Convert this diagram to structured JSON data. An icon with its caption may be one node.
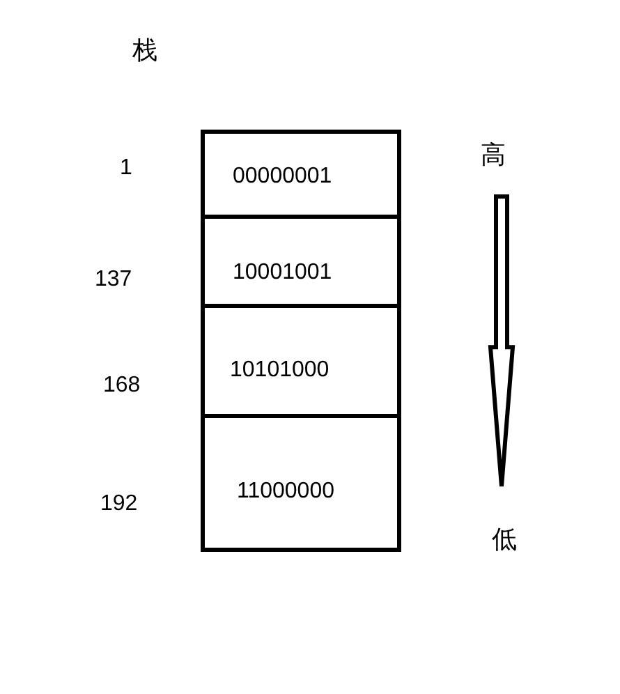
{
  "diagram": {
    "title": "栈",
    "nodes": [
      {
        "text": [],
        "shape": "box"
      },
      {
        "text": [
          "00000001"
        ],
        "in": 0
      },
      {
        "text": [
          "10001001"
        ],
        "in": 0
      },
      {
        "text": [
          "10101000"
        ],
        "in": 0
      },
      {
        "text": [
          "11000000"
        ],
        "in": 0
      },
      {
        "text": [
          "高"
        ]
      },
      {
        "text": [
          "低"
        ]
      }
    ],
    "edges": [
      {
        "from": 5,
        "to": 6,
        "arrow": "to"
      }
    ],
    "labels": [
      "1",
      "137",
      "168",
      "192"
    ]
  }
}
